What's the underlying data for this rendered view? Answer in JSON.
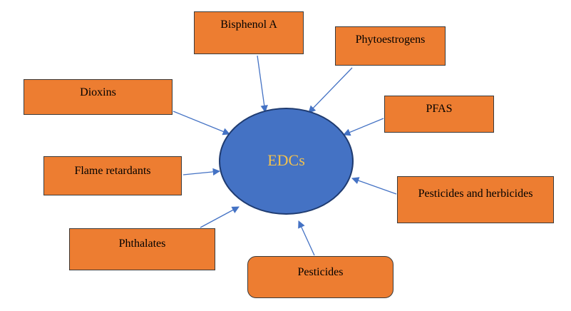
{
  "center": {
    "label": "EDCs",
    "fill_color": "#4472c4",
    "label_color": "#f2c14e"
  },
  "box_fill_color": "#ed7d31",
  "arrow_color": "#4472c4",
  "nodes": [
    {
      "id": "bisphenol",
      "label": "Bisphenol A"
    },
    {
      "id": "phyto",
      "label": "Phytoestrogens"
    },
    {
      "id": "dioxins",
      "label": "Dioxins"
    },
    {
      "id": "pfas",
      "label": "PFAS"
    },
    {
      "id": "flame",
      "label": "Flame retardants"
    },
    {
      "id": "pest-herb",
      "label": "Pesticides and herbicides"
    },
    {
      "id": "phthalates",
      "label": "Phthalates"
    },
    {
      "id": "pesticides",
      "label": "Pesticides"
    }
  ]
}
